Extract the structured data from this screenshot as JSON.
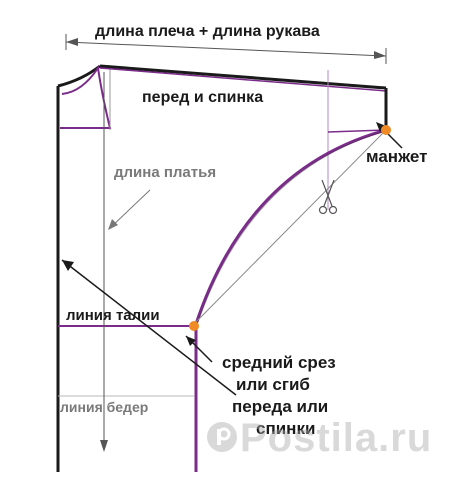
{
  "labels": {
    "top_measure": "длина плеча + длина рукава",
    "front_back": "перед и спинка",
    "cuff": "манжет",
    "dress_length": "длина платья",
    "waist_line": "линия талии",
    "middle_cut": [
      "средний срез",
      "или сгиб",
      "переда или",
      "спинки"
    ],
    "hip_line": "линия бедер"
  },
  "watermark": {
    "text": "Postila.ru",
    "icon": "postila-logo-icon"
  },
  "colors": {
    "pattern_line": "#7b2c8a",
    "outline": "#1a1a1a",
    "marker": "#f08a24",
    "measure_line": "#555555"
  }
}
